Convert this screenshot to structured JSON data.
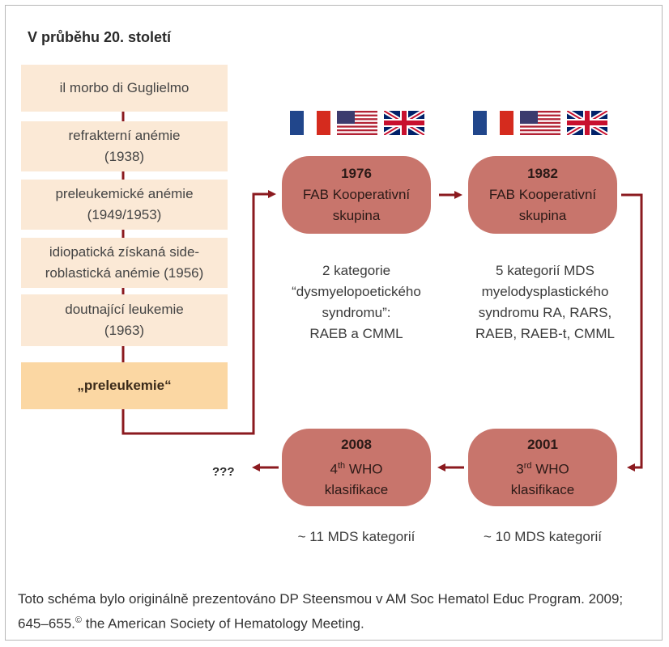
{
  "heading": "V průběhu 20. století",
  "timeline": [
    {
      "text": "il morbo di Guglielmo"
    },
    {
      "text": "refrakterní anémie\n(1938)"
    },
    {
      "text": "preleukemické anémie\n(1949/1953)"
    },
    {
      "text": "idiopatická získaná side-\nroblastická anémie (1956)"
    },
    {
      "text": "doutnající leukemie\n(1963)"
    },
    {
      "text": "„preleukemie“"
    }
  ],
  "flags": [
    "france-flag-icon",
    "usa-flag-icon",
    "uk-flag-icon"
  ],
  "colors": {
    "box": "#fbe9d6",
    "highlight": "#fbd7a3",
    "pill": "#c8756c",
    "arrow": "#8b1a1f"
  },
  "nodes": {
    "n1976": {
      "year": "1976",
      "line1": "FAB Kooperativní",
      "line2": "skupina",
      "desc": "2 kategorie\n“dysmyelopoetického\nsyndromu”:\nRAEB a CMML"
    },
    "n1982": {
      "year": "1982",
      "line1": "FAB Kooperativní",
      "line2": "skupina",
      "desc": "5 kategorií MDS\nmyelodysplastického\nsyndromu RA, RARS,\nRAEB, RAEB-t, CMML"
    },
    "n2001": {
      "year": "2001",
      "ord_num": "3",
      "ord_sup": "rd",
      "line1_rest": " WHO",
      "line2": "klasifikace",
      "desc": "~ 10 MDS kategorií"
    },
    "n2008": {
      "year": "2008",
      "ord_num": "4",
      "ord_sup": "th",
      "line1_rest": " WHO",
      "line2": "klasifikace",
      "desc": "~ 11 MDS kategorií"
    }
  },
  "unknown": "???",
  "note": "Toto schéma bylo originálně prezentováno DP Steensmou v  AM Soc Hematol Educ Program. 2009; 645–655.",
  "note_copy": "©",
  "note_end": " the American Society of Hematology Meeting."
}
